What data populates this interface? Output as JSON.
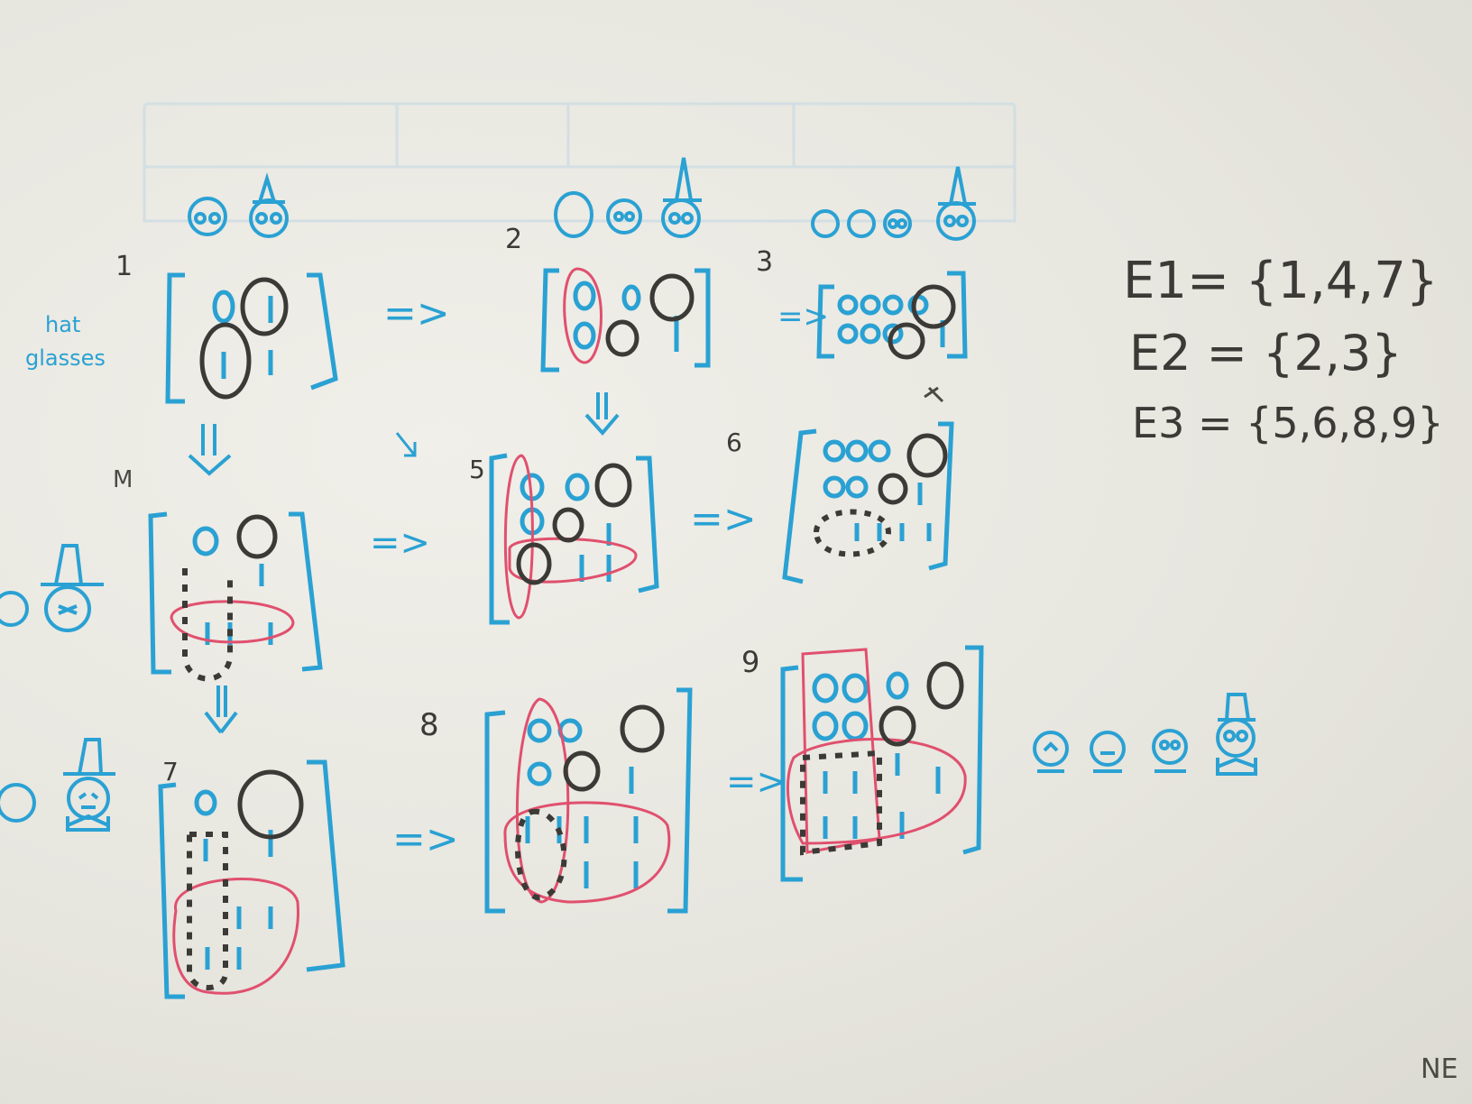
{
  "board": {
    "background_color": "#e9e8e1",
    "ink_colors": {
      "blue": "#2aa1d3",
      "black": "#3b3a36",
      "pink": "#e0506e",
      "gray": "#55534d"
    }
  },
  "labels": {
    "side_note_line1": "hat",
    "side_note_line2": "glasses"
  },
  "step_numbers": [
    "1",
    "2",
    "3",
    "5",
    "6",
    "7",
    "8",
    "9"
  ],
  "sets": [
    {
      "name": "E1",
      "text": "E1= {1,4,7}"
    },
    {
      "name": "E2",
      "text": "E2 = {2,3}"
    },
    {
      "name": "E3",
      "text": "E3 = {5,6,8,9}"
    }
  ],
  "transition_arrow": "=>",
  "corner_mark": "NE"
}
